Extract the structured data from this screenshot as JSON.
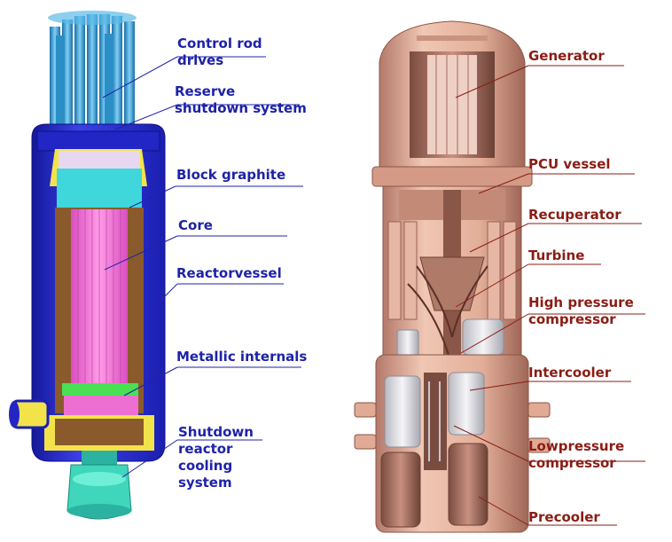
{
  "reactor_labels": [
    {
      "id": "control-rod-drives",
      "text": "Control  rod\ndrives"
    },
    {
      "id": "reserve-shutdown-system",
      "text": "Reserve\nshutdown system"
    },
    {
      "id": "block-graphite",
      "text": "Block graphite"
    },
    {
      "id": "core",
      "text": "Core"
    },
    {
      "id": "reactor-vessel",
      "text": "Reactorvessel"
    },
    {
      "id": "metallic-internals",
      "text": "Metallic internals"
    },
    {
      "id": "shutdown-reactor-cooling-system",
      "text": "Shutdown\nreactor\ncooling\nsystem"
    }
  ],
  "pcu_labels": [
    {
      "id": "generator",
      "text": "Generator"
    },
    {
      "id": "pcu-vessel",
      "text": "PCU vessel"
    },
    {
      "id": "recuperator",
      "text": "Recuperator"
    },
    {
      "id": "turbine",
      "text": "Turbine"
    },
    {
      "id": "high-pressure-compressor",
      "text": "High pressure\ncompressor"
    },
    {
      "id": "intercooler",
      "text": "Intercooler"
    },
    {
      "id": "low-pressure-compressor",
      "text": "Lowpressure\ncompressor"
    },
    {
      "id": "precooler",
      "text": "Precooler"
    }
  ],
  "colors": {
    "reactor_label": "#1e22a8",
    "pcu_label": "#8a1c14",
    "vessel_blue": "#2a2fd6",
    "core_pink": "#ee6fd2",
    "graphite_brown": "#8a5a2c",
    "pcu_copper": "#d9a48c"
  }
}
